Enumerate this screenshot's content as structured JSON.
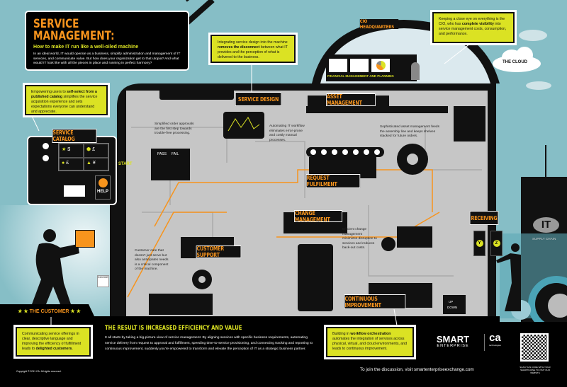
{
  "header": {
    "title": "SERVICE MANAGEMENT:",
    "subtitle": "How to make IT run like a well-oiled machine",
    "intro": "In an ideal world, IT would operate as a business, simplify administration and management of IT services, and communicate value. But how does your organization get to that utopia? And what would IT look like with all the pieces in place and running in perfect harmony?"
  },
  "callouts": {
    "service_catalog": {
      "pre": "Empowering users to ",
      "bold": "self-select from a published catalog",
      "post": " simplifies the service acquisition experience and sets expectations everyone can understand and appreciate."
    },
    "service_design": {
      "pre": "Integrating service design into the machine ",
      "bold": "removes the disconnect",
      "post": " between what IT provides and the perception of what is delivered to the business."
    },
    "cio": {
      "pre": "Keeping a close eye on everything is the CIO, who has ",
      "bold": "complete visibility",
      "post": " into service management costs, consumption, and performance."
    },
    "customer": {
      "pre": "Communicating service offerings in clear, descriptive language and improving the efficiency of fulfillment leads to ",
      "bold": "delighted customers",
      "post": "."
    },
    "continuous": {
      "pre": "Building in ",
      "bold": "workflow orchestration",
      "post": " automates the integration of services across physical, virtual, and cloud environments, and leads to continuous improvement."
    }
  },
  "notes": {
    "approvals": "Simplified order approvals are the first step towards trouble-free processing.",
    "automating": "Automating IT workflow eliminates error-prone and costly manual processes.",
    "asset": "Sophisticated asset management feeds the assembly line and keeps shelves stacked for future orders.",
    "change": "Efficient change management minimizes disruption to services and reduces back-out costs.",
    "support": "Customer care that doesn't just serve but also anticipates needs is a critical component of the machine."
  },
  "labels": {
    "service_catalog": "SERVICE CATALOG",
    "service_design": "SERVICE DESIGN",
    "asset_management": "ASSET MANAGEMENT",
    "request_fulfilment": "REQUEST FULFILMENT",
    "change_management": "CHANGE MANAGEMENT",
    "customer_support": "CUSTOMER SUPPORT",
    "continuous_improvement": "CONTINUOUS IMPROVEMENT",
    "receiving": "RECEIVING",
    "cio_hq": "CIO HEADQUARTERS",
    "financial": "FINANCIAL MANAGEMENT AND PLANNING",
    "cloud": "THE CLOUD",
    "customer": "THE CUSTOMER",
    "start": "START",
    "pass": "PASS",
    "fail": "FAIL",
    "help": "HELP",
    "invoice": "INVOICE",
    "up": "UP",
    "down": "DOWN",
    "it": "IT",
    "supply_chain": "SUPPLY CHAIN",
    "y": "Y",
    "z": "Z"
  },
  "catalog_panel": {
    "currencies": [
      "$",
      "£",
      "£",
      "¥"
    ]
  },
  "footer": {
    "result_title": "THE RESULT IS INCREASED EFFICIENCY AND VALUE",
    "result_body": "It all starts by taking a big-picture view of service management. By aligning services with specific business requirements, automating service delivery from request to approval and fulfillment, speeding time-to-service provisioning, and connecting tracking and reporting to continuous improvement, suddenly you're empowered to transform and elevate the perception of IT as a strategic business partner.",
    "copyright": "Copyright © 2011 CA. All rights reserved.",
    "join": "To join the discussion, visit smartenterpriseexchange.com",
    "brand_smart": "SMART",
    "brand_enterprise": "ENTERPRISE",
    "brand_ca": "ca",
    "brand_ca_sub": "technologies",
    "qr_caption": "SCAN THIS CODE WITH YOUR SMARTPHONE TO VISIT OUR WEBSITE"
  },
  "colors": {
    "teal": "#86bec6",
    "orange": "#f7941d",
    "lime": "#dbe223",
    "gray": "#c6c6c6",
    "black": "#111111"
  }
}
